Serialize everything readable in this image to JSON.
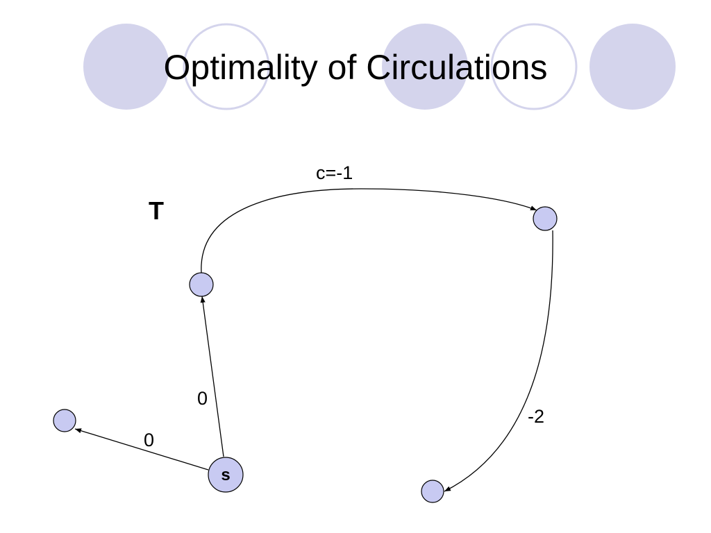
{
  "slide": {
    "title": "Optimality of Circulations",
    "tree_label": "T",
    "decor_fill_color": "#d4d4ec",
    "decor_ring_color": "#d4d4ec"
  },
  "graph": {
    "node_color": "#c8caf2",
    "nodes": [
      {
        "id": "u",
        "label": ""
      },
      {
        "id": "v",
        "label": ""
      },
      {
        "id": "w",
        "label": ""
      },
      {
        "id": "x",
        "label": ""
      },
      {
        "id": "s",
        "label": "s"
      }
    ],
    "edges": [
      {
        "id": "s-u",
        "from": "s",
        "to": "u",
        "label": "0"
      },
      {
        "id": "s-x",
        "from": "s",
        "to": "x",
        "label": "0"
      },
      {
        "id": "u-v",
        "from": "u",
        "to": "v",
        "label": "c=-1"
      },
      {
        "id": "v-w",
        "from": "v",
        "to": "w",
        "label": "-2"
      }
    ]
  }
}
